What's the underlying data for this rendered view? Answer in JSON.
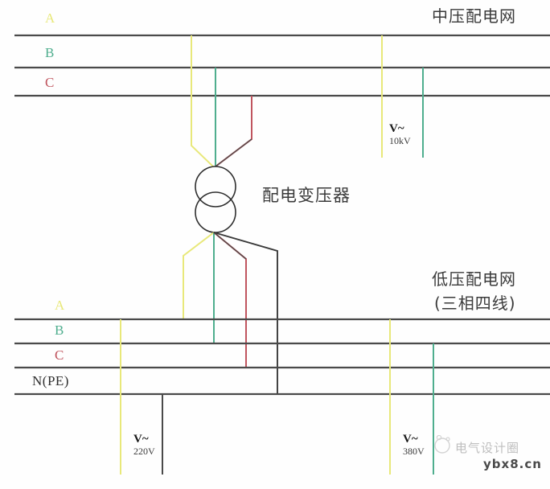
{
  "diagram": {
    "title_top": "中压配电网",
    "title_bottom_line1": "低压配电网",
    "title_bottom_line2": "(三相四线)",
    "transformer_label": "配电变压器",
    "colors": {
      "phase_a": "#e8e87a",
      "phase_b": "#4fae8e",
      "phase_c": "#c0555f",
      "neutral": "#3a3a3a",
      "busbar": "#4a4a4a"
    },
    "hv_bus": [
      {
        "label": "A",
        "phase": "a"
      },
      {
        "label": "B",
        "phase": "b"
      },
      {
        "label": "C",
        "phase": "c"
      }
    ],
    "lv_bus": [
      {
        "label": "A",
        "phase": "a"
      },
      {
        "label": "B",
        "phase": "b"
      },
      {
        "label": "C",
        "phase": "c"
      },
      {
        "label": "N(PE)",
        "phase": "n"
      }
    ],
    "meters": [
      {
        "name": "hv-meter",
        "symbol": "V~",
        "value": "10kV"
      },
      {
        "name": "lv-phase-neutral-meter",
        "symbol": "V~",
        "value": "220V"
      },
      {
        "name": "lv-phase-phase-meter",
        "symbol": "V~",
        "value": "380V"
      }
    ],
    "watermark": {
      "brand": "电气设计圈",
      "url": "ybx8.cn"
    }
  }
}
